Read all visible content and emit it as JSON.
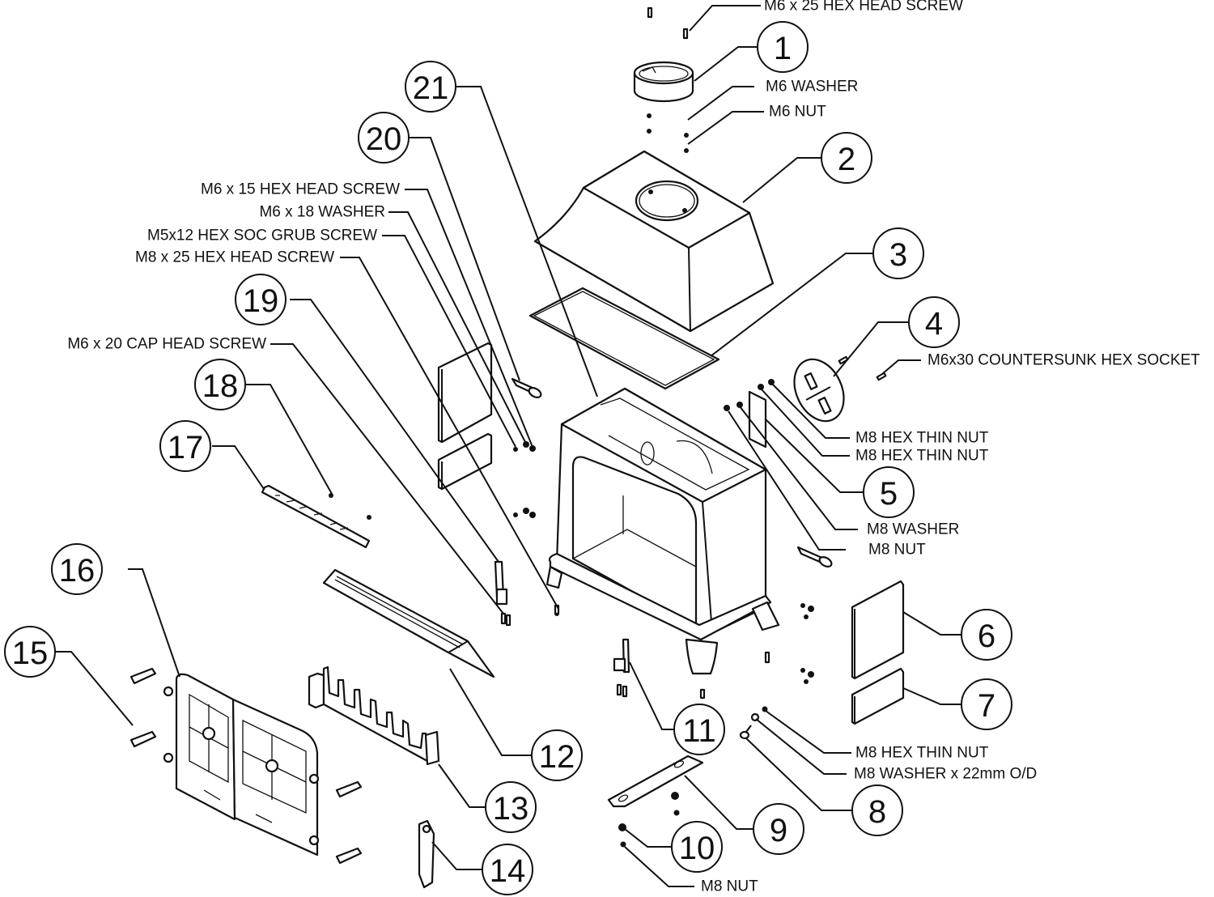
{
  "diagram": {
    "type": "exploded-parts-diagram",
    "subject": "wood burning stove",
    "bubbles": [
      {
        "id": "1",
        "text": "1"
      },
      {
        "id": "2",
        "text": "2"
      },
      {
        "id": "3",
        "text": "3"
      },
      {
        "id": "4",
        "text": "4"
      },
      {
        "id": "5",
        "text": "5"
      },
      {
        "id": "6",
        "text": "6"
      },
      {
        "id": "7",
        "text": "7"
      },
      {
        "id": "8",
        "text": "8"
      },
      {
        "id": "9",
        "text": "9"
      },
      {
        "id": "10",
        "text": "10"
      },
      {
        "id": "11",
        "text": "11"
      },
      {
        "id": "12",
        "text": "12"
      },
      {
        "id": "13",
        "text": "13"
      },
      {
        "id": "14",
        "text": "14"
      },
      {
        "id": "15",
        "text": "15"
      },
      {
        "id": "16",
        "text": "16"
      },
      {
        "id": "17",
        "text": "17"
      },
      {
        "id": "18",
        "text": "18"
      },
      {
        "id": "19",
        "text": "19"
      },
      {
        "id": "20",
        "text": "20"
      },
      {
        "id": "21",
        "text": "21"
      }
    ],
    "labels": [
      {
        "id": "m6x25-hex-head-screw",
        "text": "M6 x 25 HEX HEAD SCREW"
      },
      {
        "id": "m6-washer",
        "text": "M6 WASHER"
      },
      {
        "id": "m6-nut",
        "text": "M6 NUT"
      },
      {
        "id": "m6x15-hex-head-screw",
        "text": "M6 x 15 HEX HEAD SCREW"
      },
      {
        "id": "m6x18-washer",
        "text": "M6 x 18 WASHER"
      },
      {
        "id": "m5x12-grub-screw",
        "text": "M5x12 HEX SOC GRUB SCREW"
      },
      {
        "id": "m8x25-hex-head-screw",
        "text": "M8 x 25 HEX HEAD SCREW"
      },
      {
        "id": "m6x20-cap-head-screw",
        "text": "M6 x 20 CAP HEAD SCREW"
      },
      {
        "id": "m6x30-countersunk",
        "text": "M6x30 COUNTERSUNK HEX SOCKET"
      },
      {
        "id": "m8-hex-thin-nut-1",
        "text": "M8 HEX THIN NUT"
      },
      {
        "id": "m8-hex-thin-nut-2",
        "text": "M8 HEX THIN NUT"
      },
      {
        "id": "m8-washer",
        "text": "M8 WASHER"
      },
      {
        "id": "m8-nut-1",
        "text": "M8 NUT"
      },
      {
        "id": "m8-hex-thin-nut-3",
        "text": "M8 HEX THIN NUT"
      },
      {
        "id": "m8-washer-22mm",
        "text": "M8 WASHER x 22mm O/D"
      },
      {
        "id": "m8-nut-2",
        "text": "M8 NUT"
      }
    ]
  }
}
